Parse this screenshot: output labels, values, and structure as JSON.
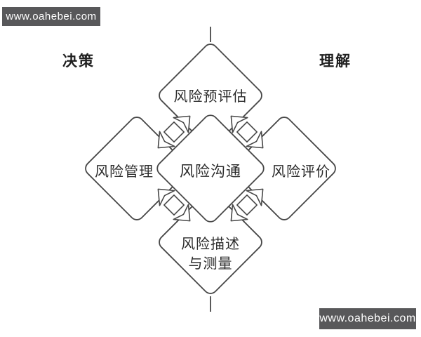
{
  "watermarks": {
    "top_left": "www.oahebei.com",
    "bottom_right": "www.oahebei.com"
  },
  "corner_labels": {
    "left": "决策",
    "right": "理解"
  },
  "diagram": {
    "type": "risk-governance-cycle",
    "center_node": "风险沟通",
    "top_node": "风险预评估",
    "left_node": "风险管理",
    "right_node": "风险评价",
    "bottom_node_line1": "风险描述",
    "bottom_node_line2": "与测量",
    "connectors": [
      "top-left-double-arrow",
      "top-right-double-arrow",
      "bottom-left-double-arrow",
      "bottom-right-double-arrow"
    ]
  },
  "colors": {
    "background": "#ffffff",
    "line": "#474747",
    "text": "#2b2b2b",
    "watermark_bg": "#58585a",
    "watermark_text": "#ffffff"
  }
}
